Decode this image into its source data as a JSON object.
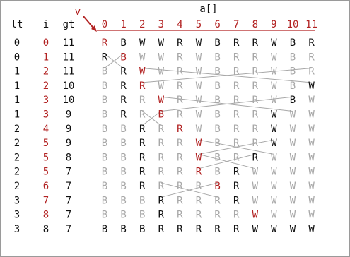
{
  "array_label": "a[]",
  "pointer_label": "v",
  "column_headers": [
    "lt",
    "i",
    "gt"
  ],
  "index_labels": [
    "0",
    "1",
    "2",
    "3",
    "4",
    "5",
    "6",
    "7",
    "8",
    "9",
    "10",
    "11"
  ],
  "colors": {
    "black": "#111111",
    "red": "#b22222",
    "gray": "#a8a8a8",
    "line": "#a8a8a8"
  },
  "rows": [
    {
      "lt": "0",
      "i": "0",
      "gt": "11",
      "i_red": true,
      "cells": [
        "R",
        "B",
        "W",
        "W",
        "R",
        "W",
        "B",
        "R",
        "R",
        "W",
        "B",
        "R"
      ],
      "states": "rkkkkkkkkkkk"
    },
    {
      "lt": "0",
      "i": "1",
      "gt": "11",
      "i_red": true,
      "cells": [
        "R",
        "B",
        "W",
        "W",
        "R",
        "W",
        "B",
        "R",
        "R",
        "W",
        "B",
        "R"
      ],
      "states": "krgggggggggg"
    },
    {
      "lt": "1",
      "i": "2",
      "gt": "11",
      "i_red": true,
      "cells": [
        "B",
        "R",
        "W",
        "W",
        "R",
        "W",
        "B",
        "R",
        "R",
        "W",
        "B",
        "R"
      ],
      "states": "gkrggggggggg"
    },
    {
      "lt": "1",
      "i": "2",
      "gt": "10",
      "i_red": true,
      "cells": [
        "B",
        "R",
        "R",
        "W",
        "R",
        "W",
        "B",
        "R",
        "R",
        "W",
        "B",
        "W"
      ],
      "states": "gkrggggggggkg"
    },
    {
      "lt": "1",
      "i": "3",
      "gt": "10",
      "i_red": true,
      "cells": [
        "B",
        "R",
        "R",
        "W",
        "R",
        "W",
        "B",
        "R",
        "R",
        "W",
        "B",
        "W"
      ],
      "states": "gkgrggggggkg"
    },
    {
      "lt": "1",
      "i": "3",
      "gt": "9",
      "i_red": true,
      "cells": [
        "B",
        "R",
        "R",
        "B",
        "R",
        "W",
        "B",
        "R",
        "R",
        "W",
        "W",
        "W"
      ],
      "states": "gkgrgggggkgg"
    },
    {
      "lt": "2",
      "i": "4",
      "gt": "9",
      "i_red": true,
      "cells": [
        "B",
        "B",
        "R",
        "R",
        "R",
        "W",
        "B",
        "R",
        "R",
        "W",
        "W",
        "W"
      ],
      "states": "ggkgrggggkgg"
    },
    {
      "lt": "2",
      "i": "5",
      "gt": "9",
      "i_red": true,
      "cells": [
        "B",
        "B",
        "R",
        "R",
        "R",
        "W",
        "B",
        "R",
        "R",
        "W",
        "W",
        "W"
      ],
      "states": "ggkggrgggkgg"
    },
    {
      "lt": "2",
      "i": "5",
      "gt": "8",
      "i_red": true,
      "cells": [
        "B",
        "B",
        "R",
        "R",
        "R",
        "W",
        "B",
        "R",
        "R",
        "W",
        "W",
        "W"
      ],
      "states": "ggkggrggkggg"
    },
    {
      "lt": "2",
      "i": "5",
      "gt": "7",
      "i_red": true,
      "cells": [
        "B",
        "B",
        "R",
        "R",
        "R",
        "R",
        "B",
        "R",
        "W",
        "W",
        "W",
        "W"
      ],
      "states": "ggkggrgkgggg"
    },
    {
      "lt": "2",
      "i": "6",
      "gt": "7",
      "i_red": true,
      "cells": [
        "B",
        "B",
        "R",
        "R",
        "R",
        "R",
        "B",
        "R",
        "W",
        "W",
        "W",
        "W"
      ],
      "states": "ggkgggrkgggg"
    },
    {
      "lt": "3",
      "i": "7",
      "gt": "7",
      "i_red": true,
      "cells": [
        "B",
        "B",
        "B",
        "R",
        "R",
        "R",
        "R",
        "R",
        "W",
        "W",
        "W",
        "W"
      ],
      "states": "gggkgggkgggg"
    },
    {
      "lt": "3",
      "i": "8",
      "gt": "7",
      "i_red": true,
      "cells": [
        "B",
        "B",
        "B",
        "R",
        "R",
        "R",
        "R",
        "R",
        "W",
        "W",
        "W",
        "W"
      ],
      "states": "gggkggggrggg"
    },
    {
      "lt": "3",
      "i": "8",
      "gt": "7",
      "i_red": false,
      "cells": [
        "B",
        "B",
        "B",
        "R",
        "R",
        "R",
        "R",
        "R",
        "W",
        "W",
        "W",
        "W"
      ],
      "states": "kkkkkkkkkkkk"
    }
  ],
  "swaps": [
    {
      "row": 1,
      "from": 0,
      "to": 1
    },
    {
      "row": 2,
      "from": 2,
      "to": 11
    },
    {
      "row": 4,
      "from": 3,
      "to": 10
    },
    {
      "row": 5,
      "from": 2,
      "to": 3
    },
    {
      "row": 7,
      "from": 5,
      "to": 9
    },
    {
      "row": 8,
      "from": 5,
      "to": 8
    },
    {
      "row": 10,
      "from": 3,
      "to": 6
    }
  ]
}
